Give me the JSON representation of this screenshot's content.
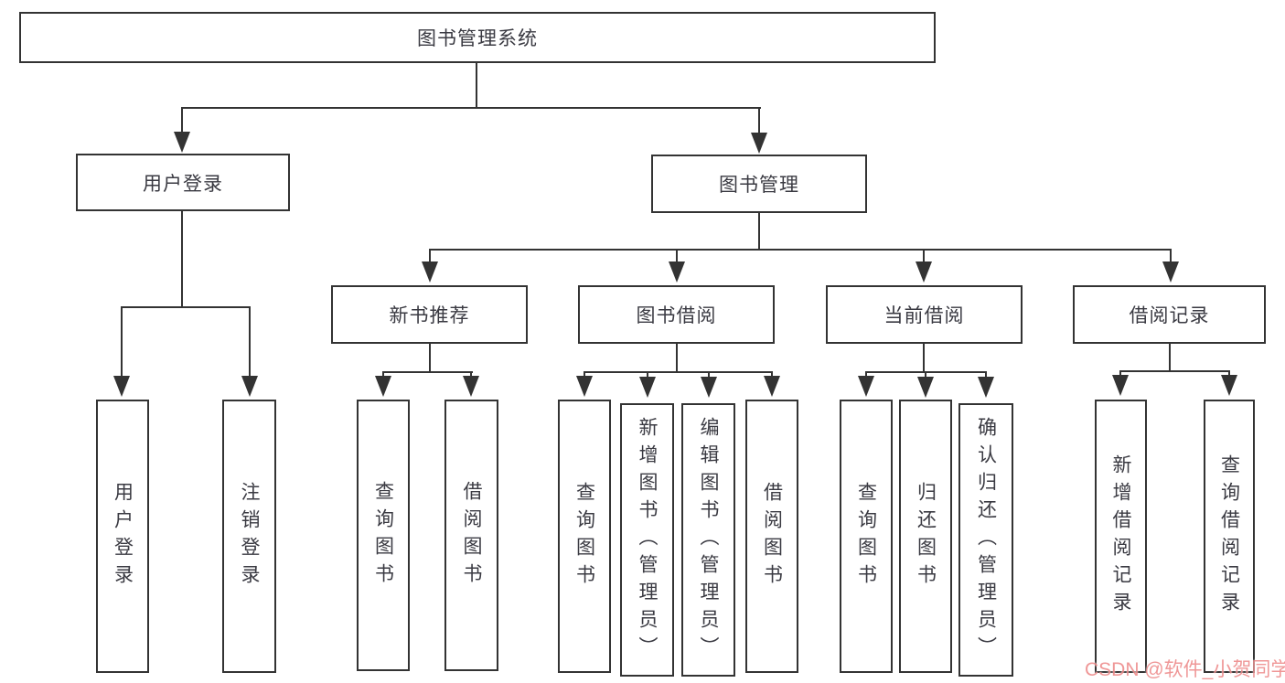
{
  "tree": {
    "root": {
      "label": "图书管理系统"
    },
    "children": [
      {
        "label": "用户登录",
        "children": [
          {
            "label": "用户登录"
          },
          {
            "label": "注销登录"
          }
        ]
      },
      {
        "label": "图书管理",
        "children": [
          {
            "label": "新书推荐",
            "children": [
              {
                "label": "查询图书"
              },
              {
                "label": "借阅图书"
              }
            ]
          },
          {
            "label": "图书借阅",
            "children": [
              {
                "label": "查询图书"
              },
              {
                "label": "新增图书（管理员）"
              },
              {
                "label": "编辑图书（管理员）"
              },
              {
                "label": "借阅图书"
              }
            ]
          },
          {
            "label": "当前借阅",
            "children": [
              {
                "label": "查询图书"
              },
              {
                "label": "归还图书"
              },
              {
                "label": "确认归还（管理员）"
              }
            ]
          },
          {
            "label": "借阅记录",
            "children": [
              {
                "label": "新增借阅记录"
              },
              {
                "label": "查询借阅记录"
              }
            ]
          }
        ]
      }
    ]
  },
  "watermark": {
    "text": "CSDN @软件_小贺同学"
  },
  "colors": {
    "line": "#333333",
    "text": "#3a3a42",
    "watermark": "#ee8c8c",
    "background": "#ffffff"
  }
}
